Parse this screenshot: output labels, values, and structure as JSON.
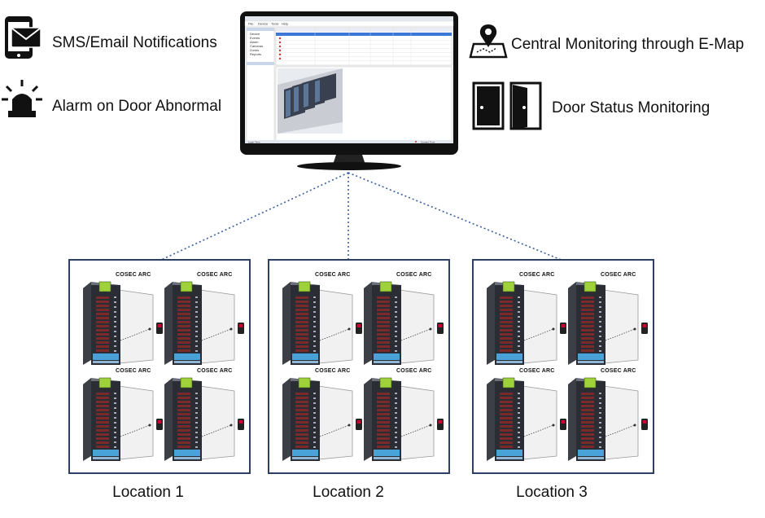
{
  "features": {
    "sms": {
      "label": "SMS/Email Notifications",
      "icon": "phone-email-icon"
    },
    "alarm": {
      "label": "Alarm on Door Abnormal",
      "icon": "alarm-beacon-icon"
    },
    "emap": {
      "label": "Central Monitoring through E-Map",
      "icon": "map-pin-icon"
    },
    "door": {
      "label": "Door Status Monitoring",
      "icon": "door-open-closed-icon"
    }
  },
  "monitor": {
    "menu": [
      "File",
      "Device",
      "Tools",
      "Help"
    ],
    "tree_items": [
      "Device",
      "Events",
      "Alarm",
      "Cameras",
      "Zones",
      "Reports"
    ],
    "status_left": "Login Time",
    "status_right": "Current Time"
  },
  "rack_brand": "COSEC ARC",
  "locations": [
    {
      "label": "Location 1"
    },
    {
      "label": "Location 2"
    },
    {
      "label": "Location 3"
    }
  ],
  "colors": {
    "frame": "#2d3f62",
    "link": "#3a5f9e",
    "rack_led": "#7a2a2a",
    "rack_accent": "#9fd23a"
  }
}
